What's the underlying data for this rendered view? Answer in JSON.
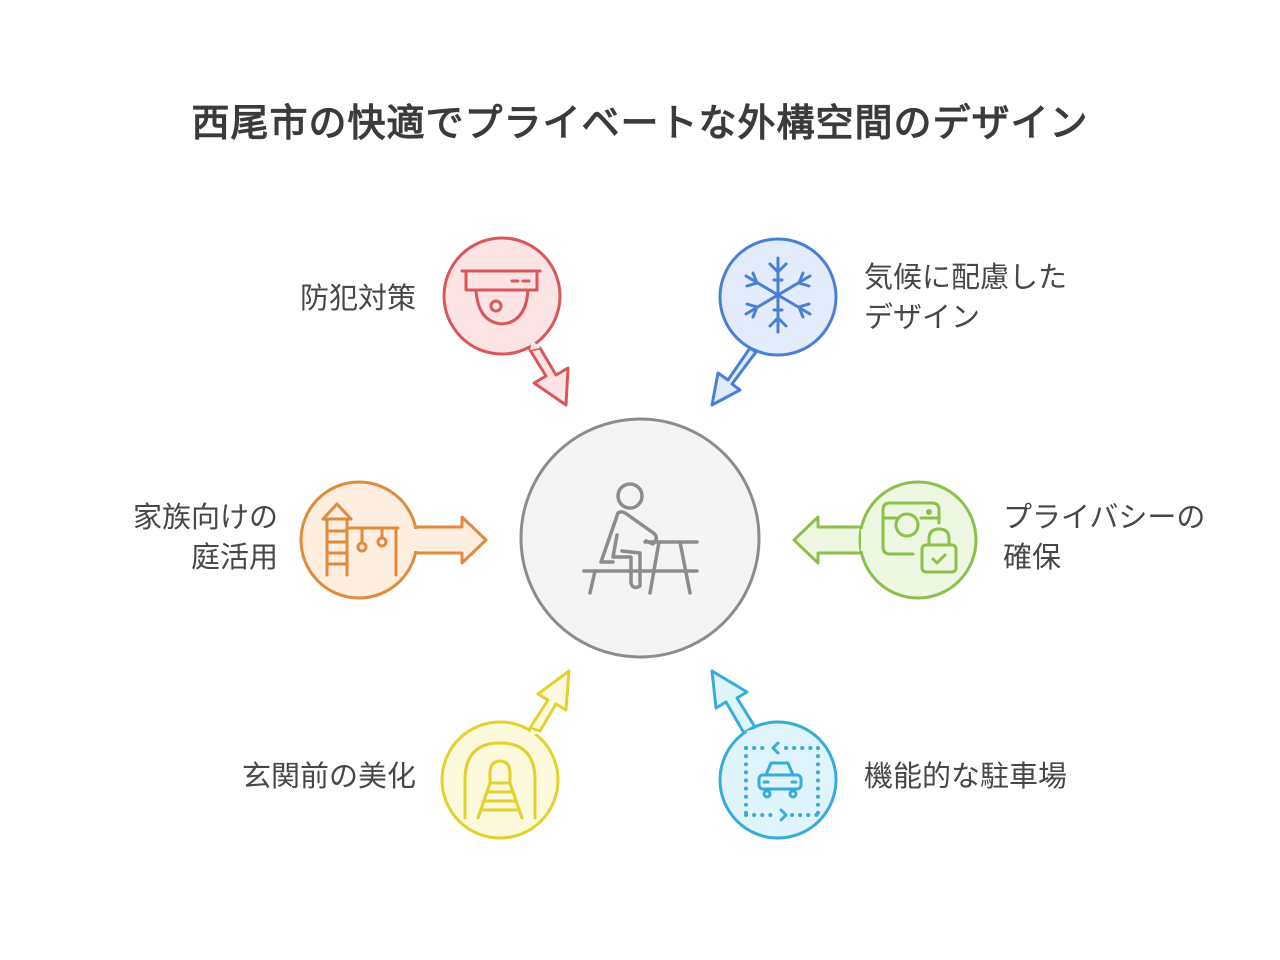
{
  "title": "西尾市の快適でプライベートな外構空間のデザイン",
  "center": {
    "icon": "person-at-picnic-table-icon",
    "fill": "#f4f4f4",
    "stroke": "#8c8c8c"
  },
  "nodes": [
    {
      "id": "security",
      "label_lines": [
        "防犯対策"
      ],
      "icon": "security-camera-icon",
      "stroke": "#d9575b",
      "fill": "#fde4e4",
      "arrow": "down-right"
    },
    {
      "id": "climate",
      "label_lines": [
        "気候に配慮した",
        "デザイン"
      ],
      "icon": "snowflake-icon",
      "stroke": "#4a7fd4",
      "fill": "#e3ecfb",
      "arrow": "down-left"
    },
    {
      "id": "family-garden",
      "label_lines": [
        "家族向けの",
        "庭活用"
      ],
      "icon": "playground-icon",
      "stroke": "#e08a3c",
      "fill": "#fdeee0",
      "arrow": "right"
    },
    {
      "id": "privacy",
      "label_lines": [
        "プライバシーの",
        "確保"
      ],
      "icon": "camera-lock-icon",
      "stroke": "#8cc04a",
      "fill": "#eef7e2",
      "arrow": "left"
    },
    {
      "id": "entrance",
      "label_lines": [
        "玄関前の美化"
      ],
      "icon": "tunnel-path-icon",
      "stroke": "#e3d22e",
      "fill": "#fcf9dc",
      "arrow": "up-right"
    },
    {
      "id": "parking",
      "label_lines": [
        "機能的な駐車場"
      ],
      "icon": "car-parking-icon",
      "stroke": "#35acd9",
      "fill": "#e0f4fb",
      "arrow": "up-left"
    }
  ]
}
